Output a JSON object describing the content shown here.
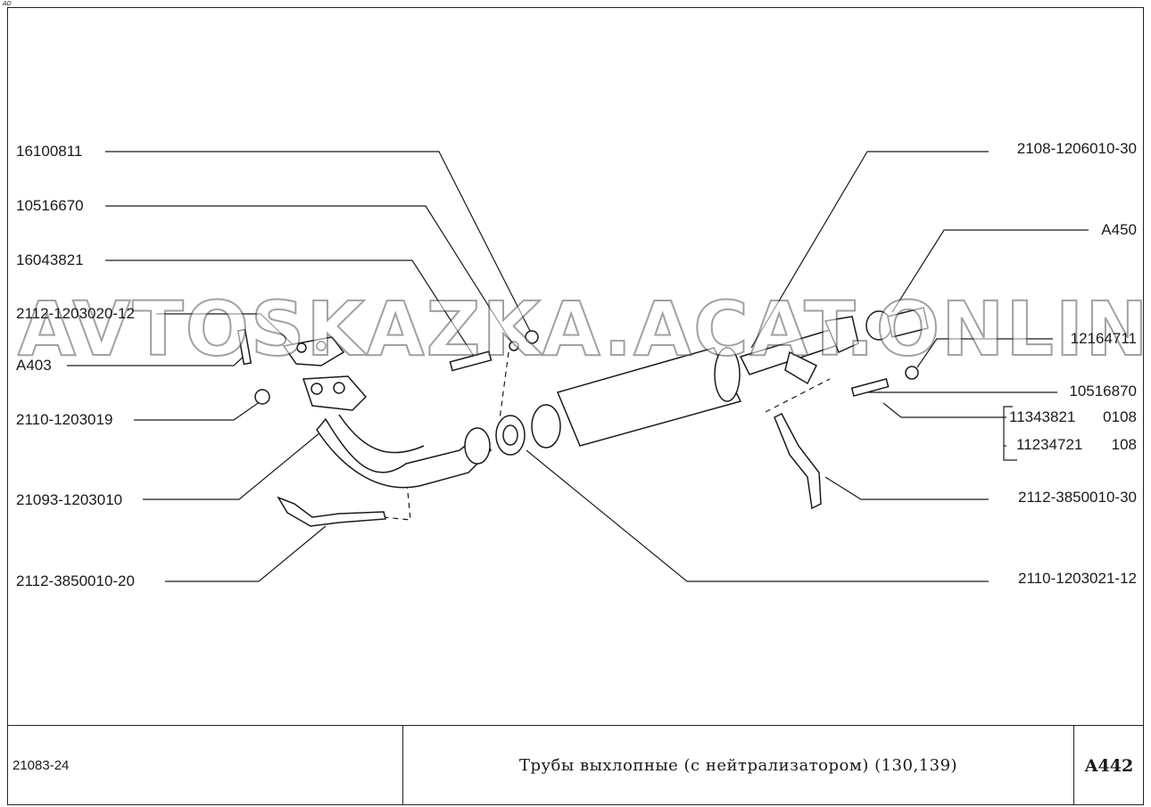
{
  "corner_mark": "AD",
  "watermark": "AVTOSKAZKA.ACAT.ONLINE",
  "callouts": {
    "p16100811": "16100811",
    "p10516670": "10516670",
    "p16043821": "16043821",
    "p2112_1203020_12": "2112-1203020-12",
    "pA403": "A403",
    "p2110_1203019": "2110-1203019",
    "p21093_1203010": "21093-1203010",
    "p2112_3850010_20": "2112-3850010-20",
    "p2108_1206010_30": "2108-1206010-30",
    "pA450": "A450",
    "p12164711": "12164711",
    "p10516870": "10516870",
    "p11343821": "11343821",
    "p11343821_qty": "0108",
    "p11234721": "11234721",
    "p11234721_qty": "108",
    "p2112_3850010_30": "2112-3850010-30",
    "p2110_1203021_12": "2110-1203021-12"
  },
  "title_block": {
    "model": "21083-24",
    "title": "Трубы выхлопные (с нейтрализатором) (130,139)",
    "code": "A442"
  }
}
